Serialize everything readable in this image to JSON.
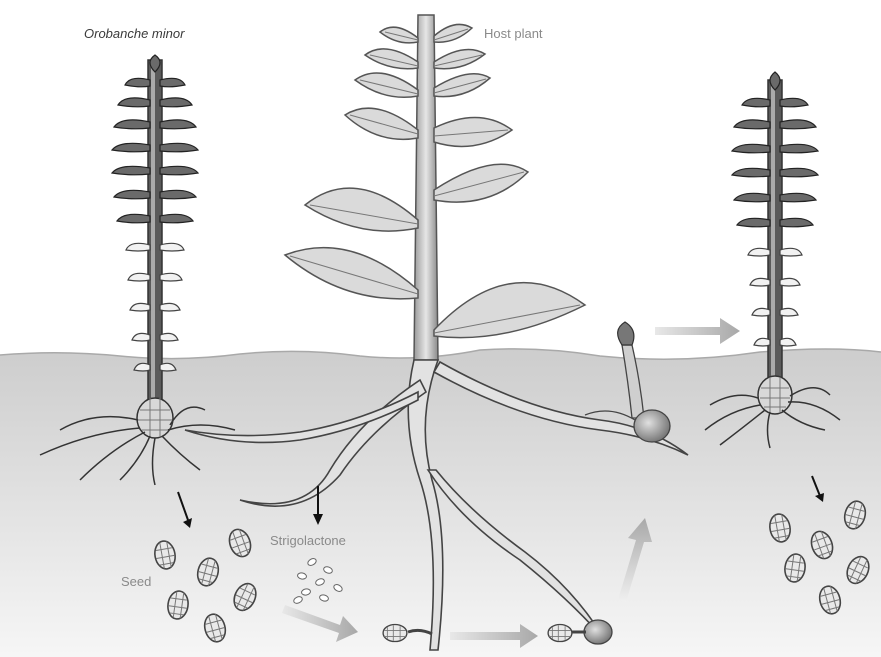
{
  "labels": {
    "parasite": "Orobanche minor",
    "host": "Host plant",
    "strigolactone": "Strigolactone",
    "seed": "Seed"
  },
  "colors": {
    "soil_top": "#cfcfcf",
    "soil_bottom": "#f4f4f4",
    "leaf_fill": "#dcdcdc",
    "leaf_stroke": "#555555",
    "stem_fill": "#bdbdbd",
    "parasite_dark": "#4a4a4a",
    "arrow_dark": "#111111",
    "arrow_light": "#b8b8b8",
    "label_gray": "#8a8a8a"
  }
}
